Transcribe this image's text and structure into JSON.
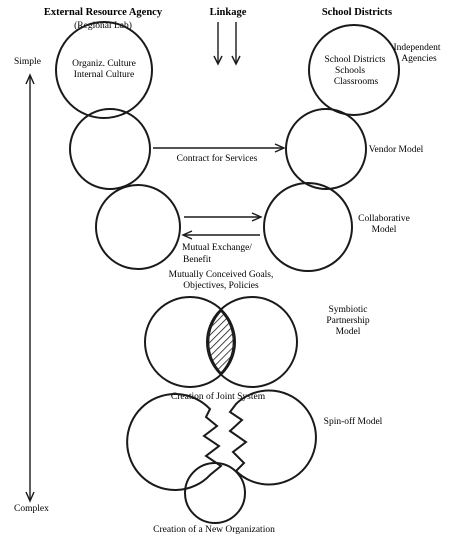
{
  "headers": {
    "left_title": "External Resource Agency",
    "left_subtitle": "(Regional Lab)",
    "center_title": "Linkage",
    "right_title": "School Districts"
  },
  "scale": {
    "top": "Simple",
    "bottom": "Complex"
  },
  "agency_circle": {
    "line1": "Organiz. Culture",
    "line2": "Internal Culture"
  },
  "district_circle": {
    "line1": "School Districts",
    "line2": "Schools",
    "line3": "Classrooms"
  },
  "independent": {
    "line1": "Independent",
    "line2": "Agencies"
  },
  "models": {
    "vendor": {
      "name": "Vendor Model",
      "linkage": "Contract for Services"
    },
    "collaborative": {
      "name_line1": "Collaborative",
      "name_line2": "Model",
      "linkage_line1": "Mutual Exchange/",
      "linkage_line2": "Benefit"
    },
    "symbiotic": {
      "goals_line1": "Mutually Conceived Goals,",
      "goals_line2": "Objectives, Policies",
      "name_line1": "Symbiotic",
      "name_line2": "Partnership",
      "name_line3": "Model",
      "caption": "Creation of Joint System"
    },
    "spinoff": {
      "name": "Spin-off Model",
      "caption": "Creation of a New Organization"
    }
  }
}
